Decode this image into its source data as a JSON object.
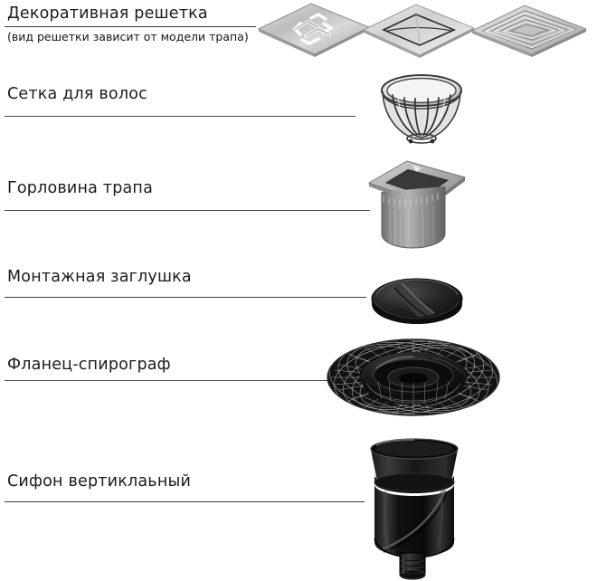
{
  "diagram": {
    "title_semantic": "drain-trap-exploded-parts-diagram",
    "background_color": "#ffffff",
    "rule_color": "#3b3b3b",
    "text_color": "#1b1b1b",
    "metal_color": "#b9b9b9",
    "body_gray": "#8a8a8a",
    "plastic_black": "#1a1a1a"
  },
  "parts": [
    {
      "id": "decorative-grate",
      "label": "Декоративная  решетка",
      "sublabel": "(вид решетки зависит от модели трапа)",
      "icon": "square-grate-icon",
      "variants": [
        "maze-pattern-grate",
        "plain-recess-grate",
        "concentric-rectangles-grate"
      ]
    },
    {
      "id": "hair-strainer",
      "label": "Сетка для волос",
      "sublabel": "",
      "icon": "hair-strainer-basket-icon",
      "variants": []
    },
    {
      "id": "trap-neck",
      "label": "Горловина трапа",
      "sublabel": "",
      "icon": "trap-neck-cylinder-icon",
      "variants": []
    },
    {
      "id": "installation-plug",
      "label": "Монтажная заглушка",
      "sublabel": "",
      "icon": "round-cap-plug-icon",
      "variants": []
    },
    {
      "id": "spirograph-flange",
      "label": "Фланец-спирограф",
      "sublabel": "",
      "icon": "spirograph-flange-icon",
      "variants": []
    },
    {
      "id": "vertical-siphon",
      "label": "Сифон вертиклаьный",
      "sublabel": "",
      "icon": "vertical-siphon-icon",
      "variants": []
    }
  ]
}
